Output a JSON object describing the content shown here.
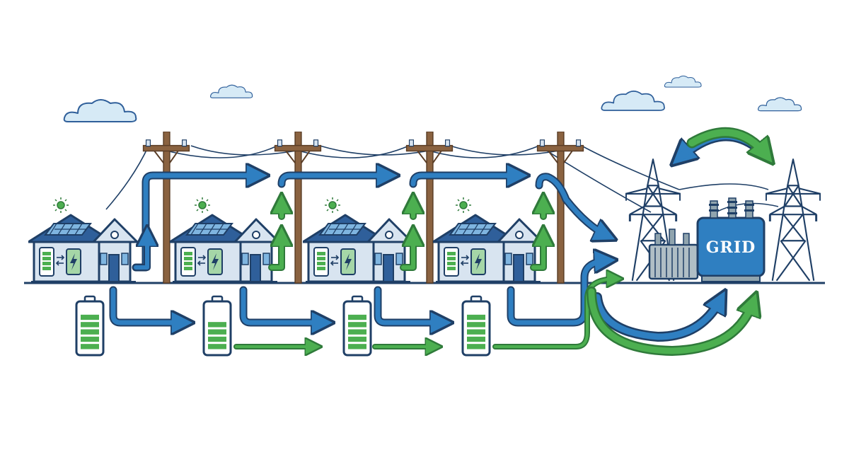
{
  "grid": {
    "label": "GRID"
  },
  "houses": [
    {
      "id": "house-1",
      "soc": 0.8
    },
    {
      "id": "house-2",
      "soc": 0.8
    },
    {
      "id": "house-3",
      "soc": 0.8
    },
    {
      "id": "house-4",
      "soc": 0.8
    }
  ],
  "batteries": [
    {
      "id": "battery-1",
      "soc": 0.85
    },
    {
      "id": "battery-2",
      "soc": 0.6
    },
    {
      "id": "battery-3",
      "soc": 0.85
    },
    {
      "id": "battery-4",
      "soc": 0.85
    }
  ],
  "colors": {
    "blue": "#2f7fc1",
    "blue_dark": "#1f3f66",
    "green": "#4caf50",
    "green_dark": "#2f7a3a",
    "house_wall": "#d8e4f0",
    "pole": "#8a6240",
    "cloud": "#d6eaf6",
    "grid_box": "#2f7fc1"
  }
}
